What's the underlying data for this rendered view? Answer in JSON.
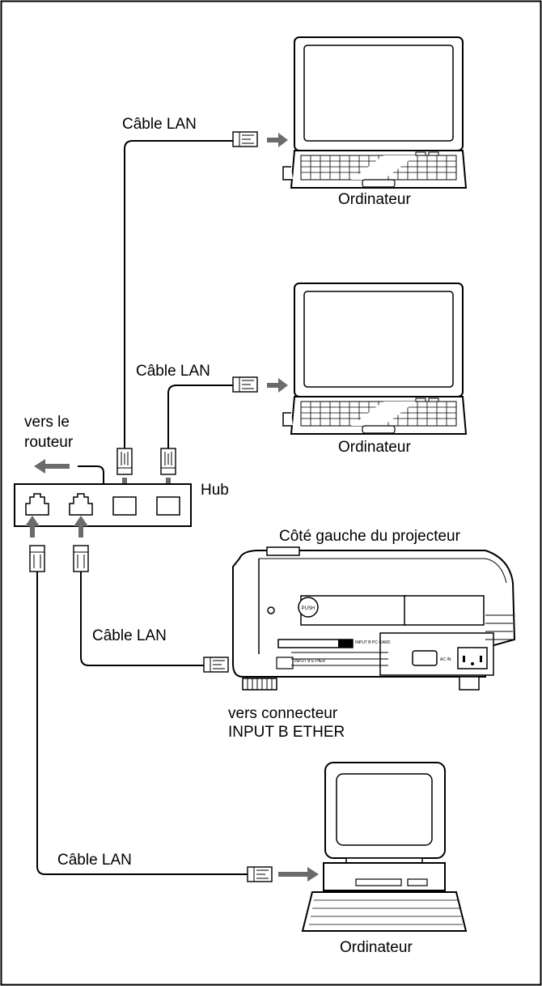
{
  "labels": {
    "cable_lan_1": "Câble LAN",
    "cable_lan_2": "Câble LAN",
    "cable_lan_3": "Câble LAN",
    "cable_lan_4": "Câble LAN",
    "computer_1": "Ordinateur",
    "computer_2": "Ordinateur",
    "computer_3": "Ordinateur",
    "to_router_line1": "vers le",
    "to_router_line2": "routeur",
    "hub": "Hub",
    "projector_side": "Côté gauche du projecteur",
    "to_connector_line1": "vers connecteur",
    "to_connector_line2": "INPUT B ETHER"
  },
  "projector_marks": {
    "push": "PUSH",
    "pc_card": "INPUT B PC CARD",
    "ether": "INPUT B ETHER",
    "ac_in": "AC IN"
  },
  "colors": {
    "line": "#000000",
    "arrow": "#6b6b6b",
    "frame": "#000000",
    "background": "#ffffff"
  }
}
